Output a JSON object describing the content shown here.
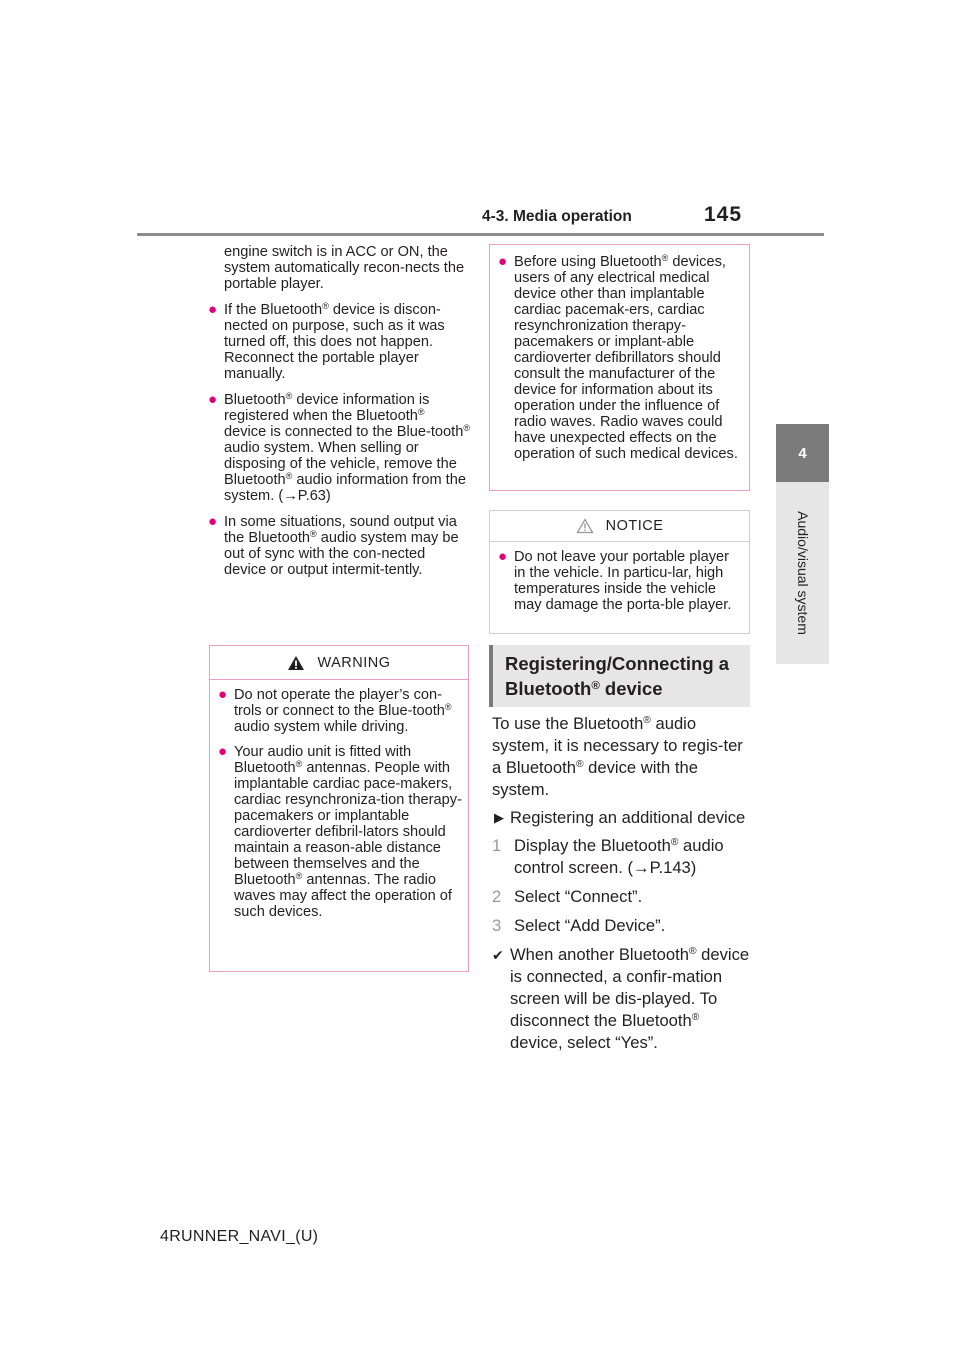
{
  "header": {
    "section": "4-3. Media operation",
    "page_number": "145"
  },
  "side_tab": {
    "chapter_number": "4",
    "chapter_label": "Audio/visual system"
  },
  "left_column": {
    "continued_text": "engine switch is in ACC or ON, the system automatically recon-nects the portable player.",
    "bullet1": {
      "a": "If the Bluetooth",
      "b": " device is discon-nected on purpose, such as it was turned off, this does not happen. Reconnect the portable player manually."
    },
    "bullet2": {
      "a": "Bluetooth",
      "b": " device information is registered when the Bluetooth",
      "c": " device is connected to the Blue-tooth",
      "d": " audio system. When selling or disposing of the vehicle, remove the Bluetooth",
      "e": " audio information from the system. (",
      "ref": "P.63",
      "f": ")"
    },
    "bullet3": {
      "a": "In some situations, sound output via the Bluetooth",
      "b": " audio system may be out of sync with the con-nected device or output intermit-tently."
    }
  },
  "warning_box": {
    "title": "WARNING",
    "bullet1": {
      "a": "Do not operate the player’s con-trols or connect to the Blue-tooth",
      "b": " audio system while driving."
    },
    "bullet2": {
      "a": "Your audio unit is fitted with Bluetooth",
      "b": " antennas. People with implantable cardiac pace-makers, cardiac resynchroniza-tion therapy-pacemakers or implantable cardioverter defibril-lators should maintain a reason-able distance between themselves and the Bluetooth",
      "c": " antennas. The radio waves may affect the operation of such devices."
    }
  },
  "right_top_box": {
    "a": "Before using Bluetooth",
    "b": " devices, users of any electrical medical device other than implantable cardiac pacemak-ers, cardiac resynchronization therapy-pacemakers or implant-able cardioverter defibrillators should consult the manufacturer of the device for information about its operation under the influence of radio waves. Radio waves could have unexpected effects on the operation of such medical devices."
  },
  "notice_box": {
    "title": "NOTICE",
    "bullet": "Do not leave your portable player in the vehicle. In particu-lar, high temperatures inside the vehicle may damage the porta-ble player."
  },
  "section": {
    "heading_a": "Registering/Connecting a Bluetooth",
    "heading_b": " device"
  },
  "body": {
    "intro": {
      "a": "To use the Bluetooth",
      "b": " audio system, it is necessary to regis-ter a Bluetooth",
      "c": " device with the system."
    },
    "subheading": "Registering an additional device",
    "steps": [
      {
        "num": "1",
        "a": "Display the Bluetooth",
        "b": " audio control screen. (",
        "ref": "P.143",
        "c": ")"
      },
      {
        "num": "2",
        "text": "Select “Connect”."
      },
      {
        "num": "3",
        "text": "Select “Add Device”."
      }
    ],
    "note": {
      "a": "When another Bluetooth",
      "b": " device is connected, a confir-mation screen will be dis-played. To disconnect the Bluetooth",
      "c": " device, select “Yes”."
    }
  },
  "symbols": {
    "registered": "®",
    "arrow": "→"
  },
  "footer": {
    "model": "4RUNNER_NAVI_(U)"
  },
  "colors": {
    "bullet": "#e0007a",
    "warning_border": "#ef9bc8",
    "tab": "#7b7b7b"
  }
}
